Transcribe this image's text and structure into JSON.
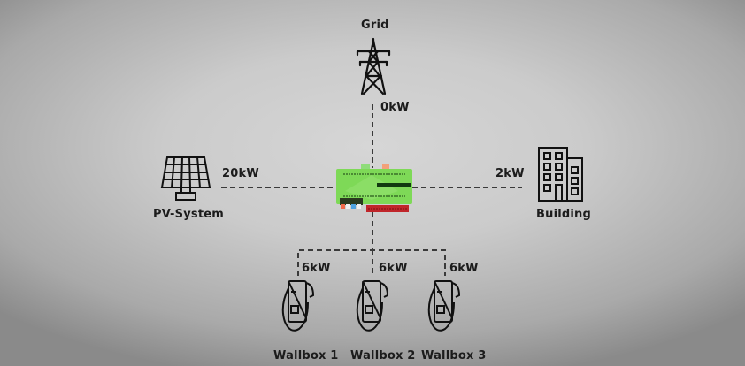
{
  "nodes": {
    "grid": {
      "label": "Grid",
      "power": "0kW"
    },
    "pv": {
      "label": "PV-System",
      "power": "20kW"
    },
    "building": {
      "label": "Building",
      "power": "2kW"
    },
    "wallboxes": [
      {
        "label": "Wallbox 1",
        "power": "6kW"
      },
      {
        "label": "Wallbox 2",
        "power": "6kW"
      },
      {
        "label": "Wallbox 3",
        "power": "6kW"
      }
    ]
  },
  "colors": {
    "controller_green": "#7ed957",
    "line": "#333333"
  }
}
